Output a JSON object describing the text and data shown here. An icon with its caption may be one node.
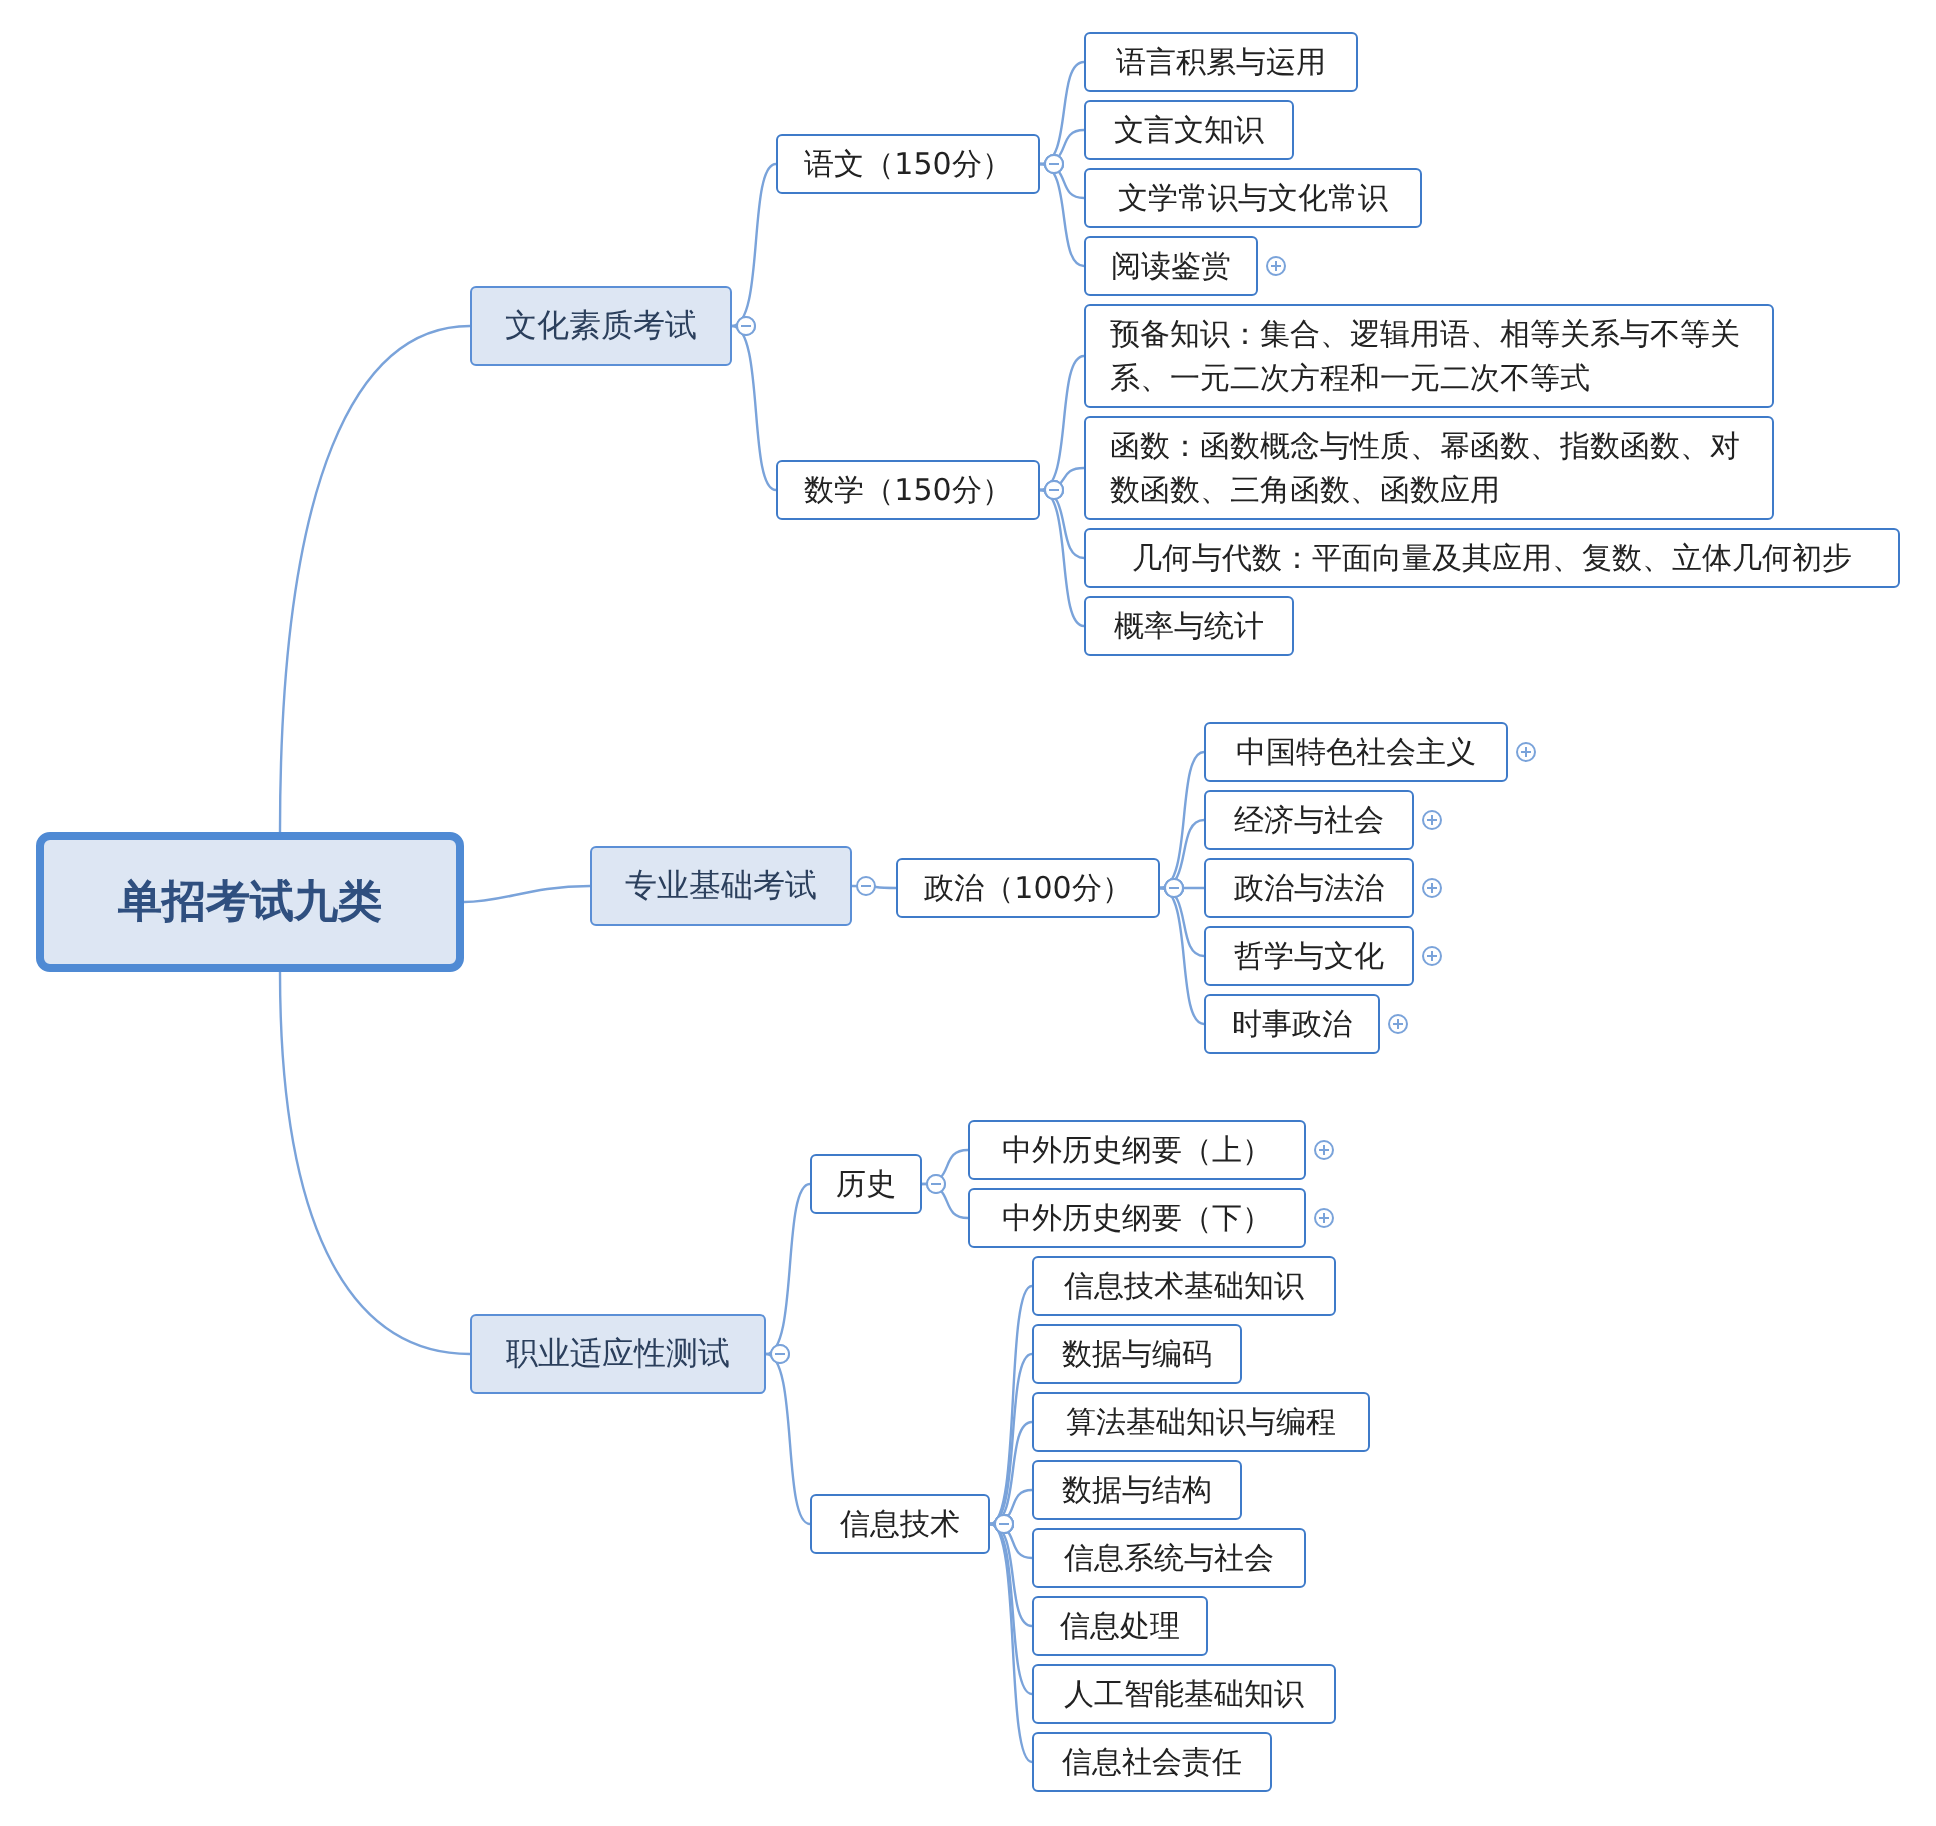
{
  "diagram": {
    "nodes": [
      {
        "text": [
          "单招考试九类"
        ]
      },
      {
        "text": [
          "文化素质考试"
        ]
      },
      {
        "text": [
          "语文（150分）"
        ]
      },
      {
        "text": [
          "数学（150分）"
        ]
      },
      {
        "text": [
          "语言积累与运用"
        ]
      },
      {
        "text": [
          "文言文知识"
        ]
      },
      {
        "text": [
          "文学常识与文化常识"
        ]
      },
      {
        "text": [
          "阅读鉴赏"
        ]
      },
      {
        "text": [
          "预备知识：集合、逻辑用语、相等关系与不等关系、一元二次方程和一元二次不等式"
        ]
      },
      {
        "text": [
          "函数：函数概念与性质、幂函数、指数函数、对数函数、三角函数、函数应用"
        ]
      },
      {
        "text": [
          "几何与代数：平面向量及其应用、复数、立体几何初步"
        ]
      },
      {
        "text": [
          "概率与统计"
        ]
      },
      {
        "text": [
          "专业基础考试"
        ]
      },
      {
        "text": [
          "政治（100分）"
        ]
      },
      {
        "text": [
          "中国特色社会主义"
        ]
      },
      {
        "text": [
          "经济与社会"
        ]
      },
      {
        "text": [
          "政治与法治"
        ]
      },
      {
        "text": [
          "哲学与文化"
        ]
      },
      {
        "text": [
          "时事政治"
        ]
      },
      {
        "text": [
          "职业适应性测试"
        ]
      },
      {
        "text": [
          "历史"
        ]
      },
      {
        "text": [
          "信息技术"
        ]
      },
      {
        "text": [
          "中外历史纲要（上）"
        ]
      },
      {
        "text": [
          "中外历史纲要（下）"
        ]
      },
      {
        "text": [
          "信息技术基础知识"
        ]
      },
      {
        "text": [
          "数据与编码"
        ]
      },
      {
        "text": [
          "算法基础知识与编程"
        ]
      },
      {
        "text": [
          "数据与结构"
        ]
      },
      {
        "text": [
          "信息系统与社会"
        ]
      },
      {
        "text": [
          "信息处理"
        ]
      },
      {
        "text": [
          "人工智能基础知识"
        ]
      },
      {
        "text": [
          "信息社会责任"
        ]
      }
    ],
    "edges": [
      {
        "from": 0,
        "to": 1,
        "arrow": "none"
      },
      {
        "from": 1,
        "to": 2,
        "arrow": "other"
      },
      {
        "from": 1,
        "to": 3,
        "arrow": "other"
      },
      {
        "from": 2,
        "to": 4,
        "arrow": "other"
      },
      {
        "from": 2,
        "to": 5,
        "arrow": "other"
      },
      {
        "from": 2,
        "to": 6,
        "arrow": "other"
      },
      {
        "from": 2,
        "to": 7,
        "arrow": "other"
      },
      {
        "from": 3,
        "to": 8,
        "arrow": "other"
      },
      {
        "from": 3,
        "to": 9,
        "arrow": "other"
      },
      {
        "from": 3,
        "to": 10,
        "arrow": "other"
      },
      {
        "from": 3,
        "to": 11,
        "arrow": "other"
      },
      {
        "from": 0,
        "to": 12,
        "arrow": "none"
      },
      {
        "from": 12,
        "to": 13,
        "arrow": "other"
      },
      {
        "from": 13,
        "to": 14,
        "arrow": "other"
      },
      {
        "from": 13,
        "to": 15,
        "arrow": "other"
      },
      {
        "from": 13,
        "to": 16,
        "arrow": "other"
      },
      {
        "from": 13,
        "to": 17,
        "arrow": "other"
      },
      {
        "from": 13,
        "to": 18,
        "arrow": "other"
      },
      {
        "from": 0,
        "to": 19,
        "arrow": "none"
      },
      {
        "from": 19,
        "to": 20,
        "arrow": "other"
      },
      {
        "from": 19,
        "to": 21,
        "arrow": "other"
      },
      {
        "from": 20,
        "to": 22,
        "arrow": "other"
      },
      {
        "from": 20,
        "to": 23,
        "arrow": "other"
      },
      {
        "from": 21,
        "to": 24,
        "arrow": "other"
      },
      {
        "from": 21,
        "to": 25,
        "arrow": "other"
      },
      {
        "from": 21,
        "to": 26,
        "arrow": "other"
      },
      {
        "from": 21,
        "to": 27,
        "arrow": "other"
      },
      {
        "from": 21,
        "to": 28,
        "arrow": "other"
      },
      {
        "from": 21,
        "to": 29,
        "arrow": "other"
      },
      {
        "from": 21,
        "to": 30,
        "arrow": "other"
      },
      {
        "from": 21,
        "to": 31,
        "arrow": "other"
      }
    ]
  }
}
